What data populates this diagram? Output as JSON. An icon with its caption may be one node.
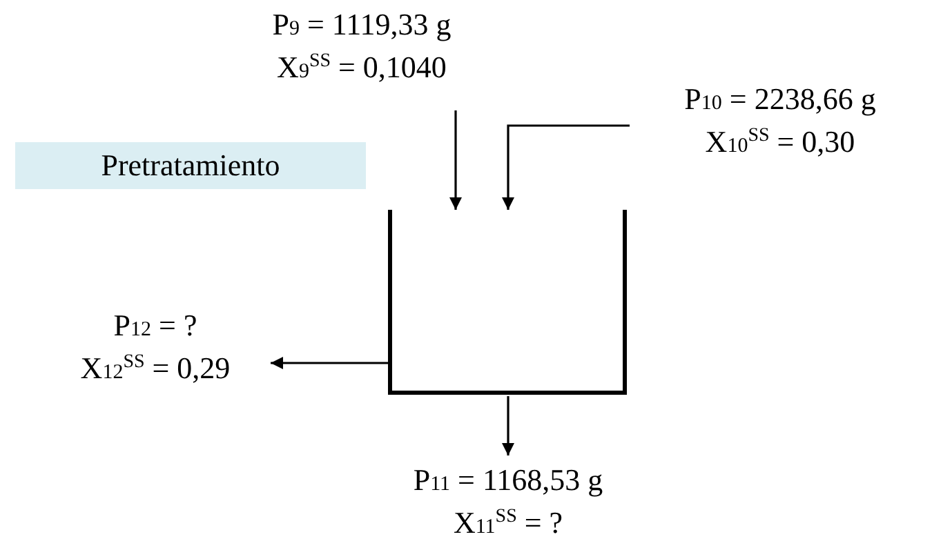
{
  "diagram": {
    "nodes": [
      {
        "text": [
          "Pretratamiento"
        ]
      },
      {
        "text": [
          "P$_{9}$ = 1119,33 g",
          "X$_{9}$$^{SS}$ = 0,1040"
        ]
      },
      {
        "text": [
          "P$_{10}$ = 2238,66 g",
          "X$_{10}$$^{SS}$ = 0,30"
        ]
      },
      {
        "text": [],
        "shape": "box"
      },
      {
        "text": [
          "P$_{12}$ = ?",
          "X$_{12}$$^{SS}$ = 0,29"
        ]
      },
      {
        "text": [
          "P$_{11}$ = 1168,53 g",
          "X$_{11}$$^{SS}$ = ?"
        ]
      }
    ],
    "edges": [
      {
        "from": 1,
        "to": 3,
        "arrow": "to"
      },
      {
        "from": 2,
        "to": 3,
        "arrow": "to"
      },
      {
        "from": 3,
        "to": 4,
        "arrow": "to"
      },
      {
        "from": 3,
        "to": 5,
        "arrow": "to"
      }
    ]
  }
}
